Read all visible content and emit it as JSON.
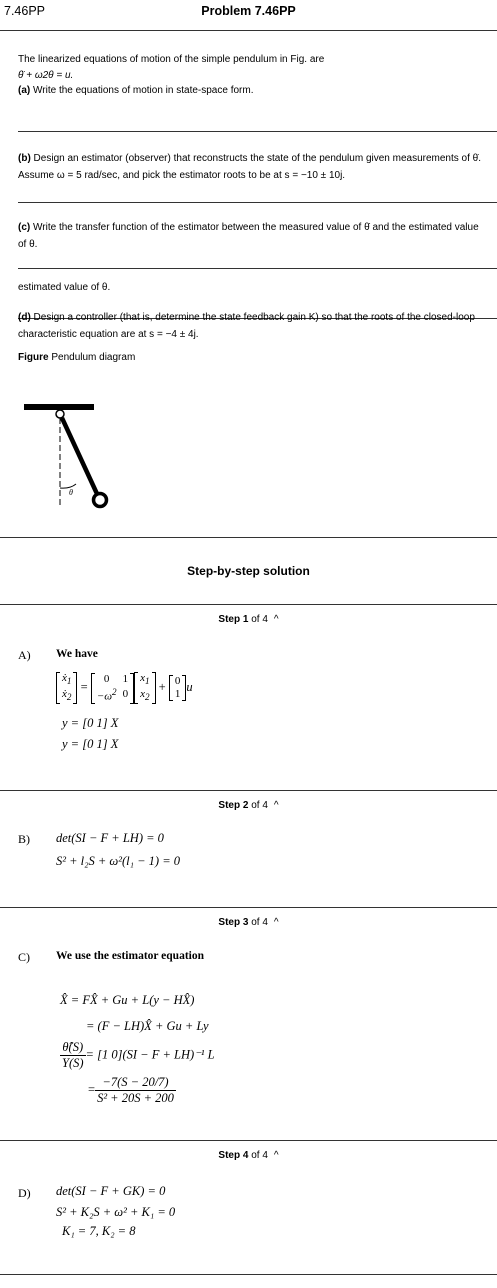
{
  "header": {
    "problem_number": "7.46PP",
    "problem_title": "Problem  7.46PP"
  },
  "problem": {
    "intro": "The linearized equations of motion of the simple pendulum in Fig. are",
    "equation": "θ̈ + ω2θ = u.",
    "part_a_label": "(a)",
    "part_a": " Write the equations of motion in state-space form.",
    "part_b_label": "(b)",
    "part_b": " Design an estimator (observer) that reconstructs the state of the pendulum given measurements of θ̇. Assume ω = 5 rad/sec, and pick the estimator roots to be at s = −10 ± 10j.",
    "part_c_label": "(c)",
    "part_c": " Write the transfer function of the estimator between the measured value of θ̇ and the estimated value of θ.",
    "part_c_overlap": "estimated value of θ.",
    "part_d_label": "(d)",
    "part_d": " Design a controller (that is, determine the state feedback gain K) so that the roots of the closed-loop characteristic equation are at s = −4 ± 4j.",
    "figure_label": "Figure",
    "figure_caption": " Pendulum diagram",
    "figure_theta": "θ"
  },
  "solution": {
    "heading": "Step-by-step solution",
    "steps": [
      {
        "step_word": "Step 1",
        "of_total": " of 4",
        "letter": "A)",
        "intro": "We have",
        "y_eq1": "y = [0   1] X",
        "y_eq2": "y = [0   1] X"
      },
      {
        "step_word": "Step 2",
        "of_total": " of 4",
        "letter": "B)",
        "line1": "det(SI − F + LH) = 0",
        "line2": "S² + l₂S + ω²(l₁ − 1) = 0"
      },
      {
        "step_word": "Step 3",
        "of_total": " of 4",
        "letter": "C)",
        "intro": "We use the estimator equation",
        "line1": "X̂ = FX̂ + Gu + L(y − HX̂)",
        "line2": "= (F − LH)X̂ + Gu + Ly",
        "tf_num": "θ̂(S)",
        "tf_den": "Y(S)",
        "tf_rhs": "= [1   0](SI − F + LH)⁻¹ L",
        "res_num": "−7(S − 20/7)",
        "res_den": "S² + 20S + 200"
      },
      {
        "step_word": "Step 4",
        "of_total": " of 4",
        "letter": "D)",
        "line1": "det(SI − F + GK) = 0",
        "line2": "S² + K₂S + ω² + K₁ = 0",
        "line3": "K₁ = 7, K₂ = 8"
      }
    ]
  }
}
